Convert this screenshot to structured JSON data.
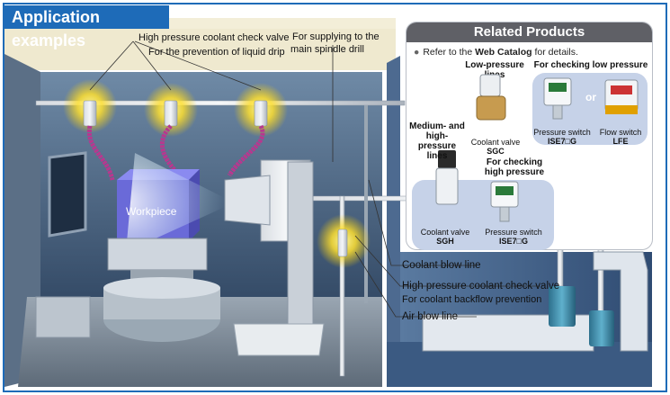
{
  "title": "Application examples",
  "labels": {
    "check_valve_top": "High pressure coolant check valve",
    "liquid_drip": "For the prevention of liquid drip",
    "spindle_line1": "For supplying to the",
    "spindle_line2": "main spindle drill",
    "workpiece": "Workpiece",
    "coolant_blow": "Coolant blow line",
    "check_valve_bottom": "High pressure coolant check valve",
    "backflow": "For coolant backflow prevention",
    "air_blow": "Air blow line"
  },
  "related": {
    "heading": "Related Products",
    "note_prefix": "Refer to the ",
    "note_bold": "Web Catalog",
    "note_suffix": " for details.",
    "low_pressure_lines": "Low-pressure lines",
    "checking_low_pressure": "For checking low pressure",
    "mid_high_line1": "Medium- and",
    "mid_high_line2": "high-pressure",
    "mid_high_line3": "lines",
    "checking_high_line1": "For checking",
    "checking_high_line2": "high pressure",
    "or": "or",
    "coolant_valve_sgc_1": "Coolant valve",
    "coolant_valve_sgc_2": "SGC",
    "pressure_switch_low_1": "Pressure switch",
    "pressure_switch_low_2": "ISE7□G",
    "flow_switch_1": "Flow switch",
    "flow_switch_2": "LFE",
    "coolant_valve_sgh_1": "Coolant valve",
    "coolant_valve_sgh_2": "SGH",
    "pressure_switch_high_1": "Pressure switch",
    "pressure_switch_high_2": "ISE7□G"
  },
  "colors": {
    "brand_blue": "#1e6bb8",
    "panel_header": "#5f6066",
    "bubble": "#c6d2e8",
    "glow": "#ffd500",
    "hose": "#b7388f",
    "machine_teal": "#3a8aa6",
    "cabinet": "#3e5e86"
  }
}
